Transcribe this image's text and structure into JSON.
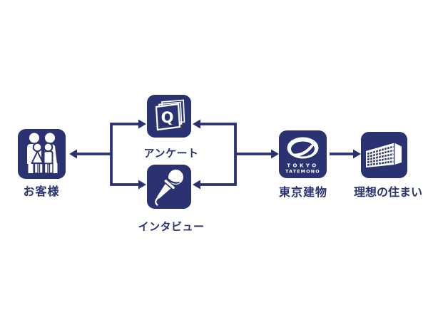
{
  "colors": {
    "navy": "#2b3271",
    "background": "#ffffff"
  },
  "nodes": {
    "customer": {
      "label": "お客様"
    },
    "survey": {
      "label": "アンケート",
      "cover_letter": "Q"
    },
    "interview": {
      "label": "インタビュー"
    },
    "company": {
      "label": "東京建物",
      "logo_top": "TOKYO",
      "logo_bottom": "TATEMONO"
    },
    "home": {
      "label": "理想の住まい"
    }
  }
}
